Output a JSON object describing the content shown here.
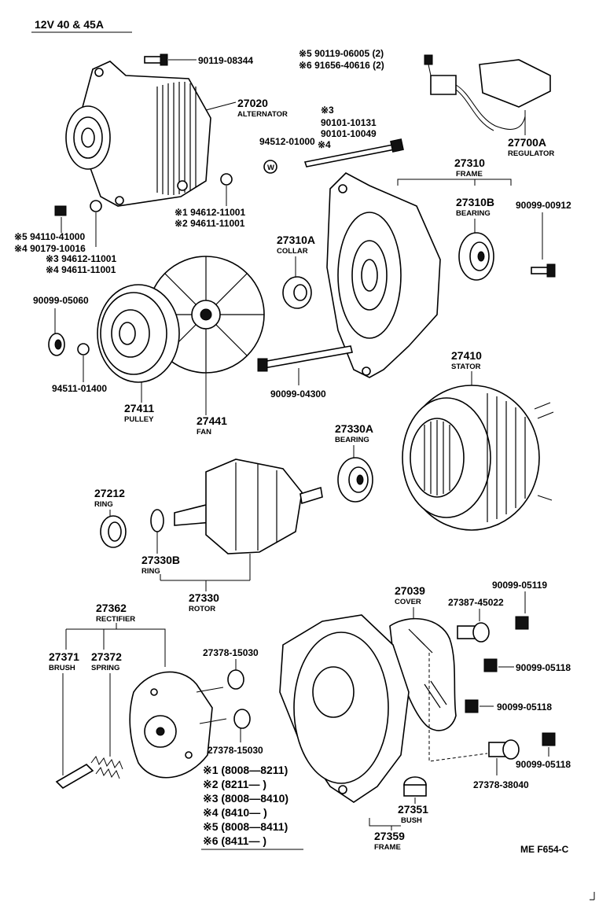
{
  "header": "12V  40 & 45A",
  "footer_code": "ME  F654-C",
  "parts": {
    "bolt_top": "90119-08344",
    "alternator_no": "27020",
    "alternator_name": "ALTERNATOR",
    "reg_screw_1": "※5 90119-06005 (2)",
    "reg_screw_2": "※6 91656-40616 (2)",
    "regulator_no": "27700A",
    "regulator_name": "REGULATOR",
    "bolt_m3_mark": "※3",
    "bolt_m3": "90101-10131",
    "bolt_m4": "90101-10049",
    "bolt_m4_mark": "※4",
    "washer_94512": "94512-01000",
    "frame_no": "27310",
    "frame_name": "FRAME",
    "bearing_no": "27310B",
    "bearing_name": "BEARING",
    "screw_90099_00912": "90099-00912",
    "washer_1": "※1 94612-11001",
    "washer_2": "※2 94611-11001",
    "nut_5": "※5 94110-41000",
    "nut_4": "※4 90179-10016",
    "washer_3": "※3 94612-11001",
    "washer_4": "※4 94611-11001",
    "collar_no": "27310A",
    "collar_name": "COLLAR",
    "nut_90099_05060": "90099-05060",
    "washer_94511": "94511-01400",
    "stud_90099_04300": "90099-04300",
    "stator_no": "27410",
    "stator_name": "STATOR",
    "pulley_no": "27411",
    "pulley_name": "PULLEY",
    "fan_no": "27441",
    "fan_name": "FAN",
    "bearing2_no": "27330A",
    "bearing2_name": "BEARING",
    "ring_no": "27212",
    "ring_name": "RING",
    "ring2_no": "27330B",
    "ring2_name": "RING",
    "rotor_no": "27330",
    "rotor_name": "ROTOR",
    "cover_no": "27039",
    "cover_name": "COVER",
    "plug_90099_05119": "90099-05119",
    "insulator_27387": "27387-45022",
    "rectifier_no": "27362",
    "rectifier_name": "RECTIFIER",
    "brush_no": "27371",
    "brush_name": "BRUSH",
    "spring_no": "27372",
    "spring_name": "SPRING",
    "ins_15030_a": "27378-15030",
    "ins_15030_b": "27378-15030",
    "nut_05118_a": "90099-05118",
    "nut_05118_b": "90099-05118",
    "nut_05118_c": "90099-05118",
    "ins_38040": "27378-38040",
    "bush_no": "27351",
    "bush_name": "BUSH",
    "rear_frame_no": "27359",
    "rear_frame_name": "FRAME"
  },
  "legend": [
    "※1 (8008—8211)",
    "※2 (8211—      )",
    "※3 (8008—8410)",
    "※4 (8410—      )",
    "※5 (8008—8411)",
    "※6 (8411—      )"
  ]
}
